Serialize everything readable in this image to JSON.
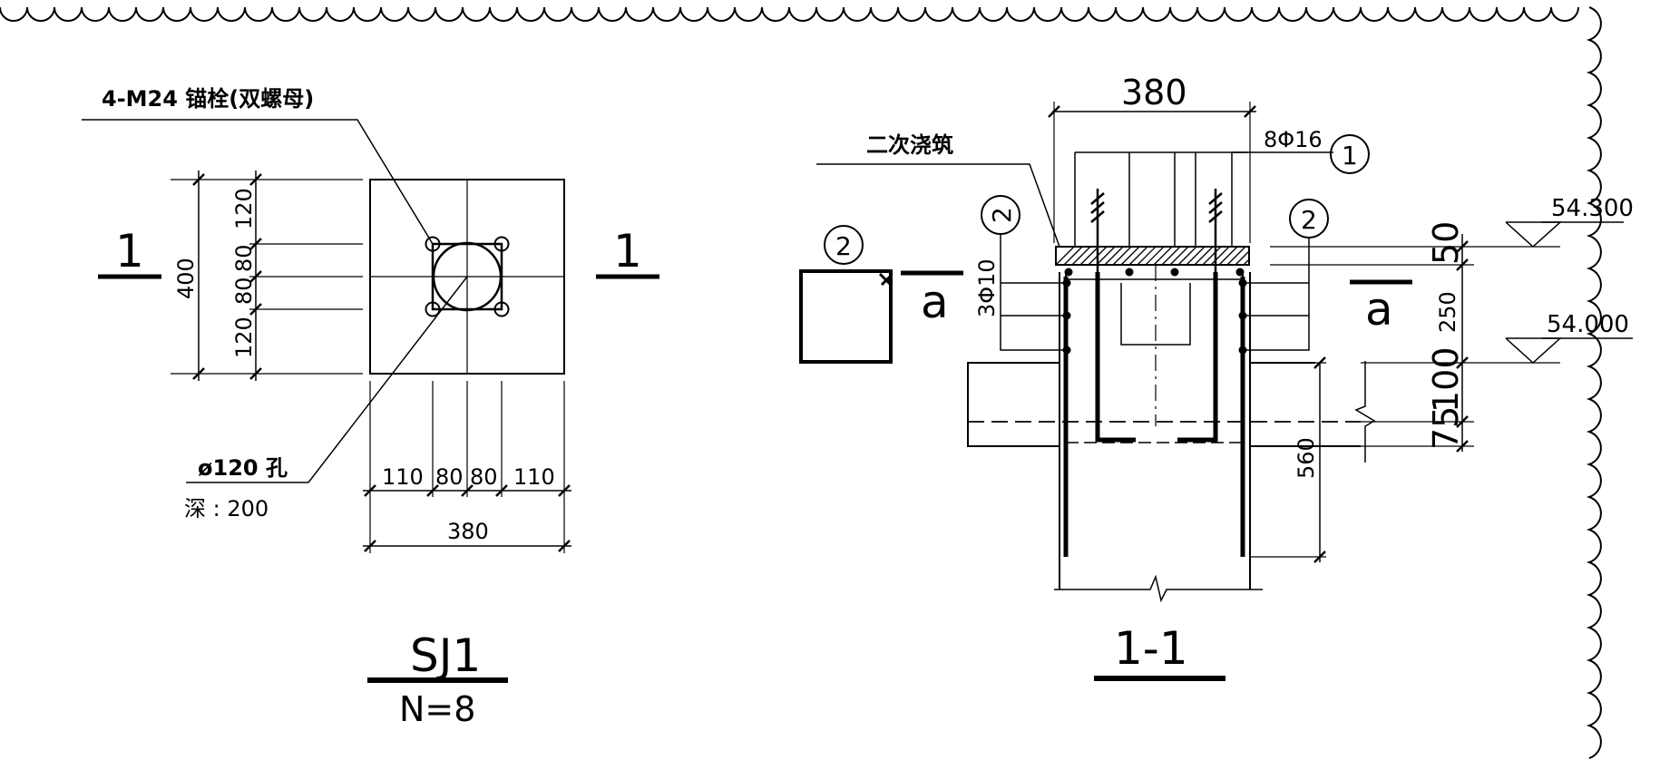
{
  "plan": {
    "title": "SJ1",
    "count": "N=8",
    "section_mark": "1",
    "anchor_note": "4-M24 锚栓(双螺母)",
    "hole_note": "ø120 孔",
    "depth_note": "深 : 200",
    "dim_400": "400",
    "dim_120a": "120",
    "dim_80a": "80",
    "dim_80b": "80",
    "dim_120b": "120",
    "dim_110a": "110",
    "dim_80c": "80",
    "dim_80d": "80",
    "dim_110b": "110",
    "dim_380": "380"
  },
  "section": {
    "title": "1-1",
    "grout_note": "二次浇筑",
    "dim_top_380": "380",
    "rebar_main": "8Φ16",
    "rebar_stirrup": "3Φ10",
    "bubble_1": "1",
    "bubble_2": "2",
    "cut_mark": "a",
    "elev_top": "54.300",
    "elev_bottom": "54.000",
    "dim_50": "50",
    "dim_250": "250",
    "dim_100": "100",
    "dim_75": "75",
    "dim_560": "560"
  },
  "detail": {
    "bubble": "2"
  }
}
